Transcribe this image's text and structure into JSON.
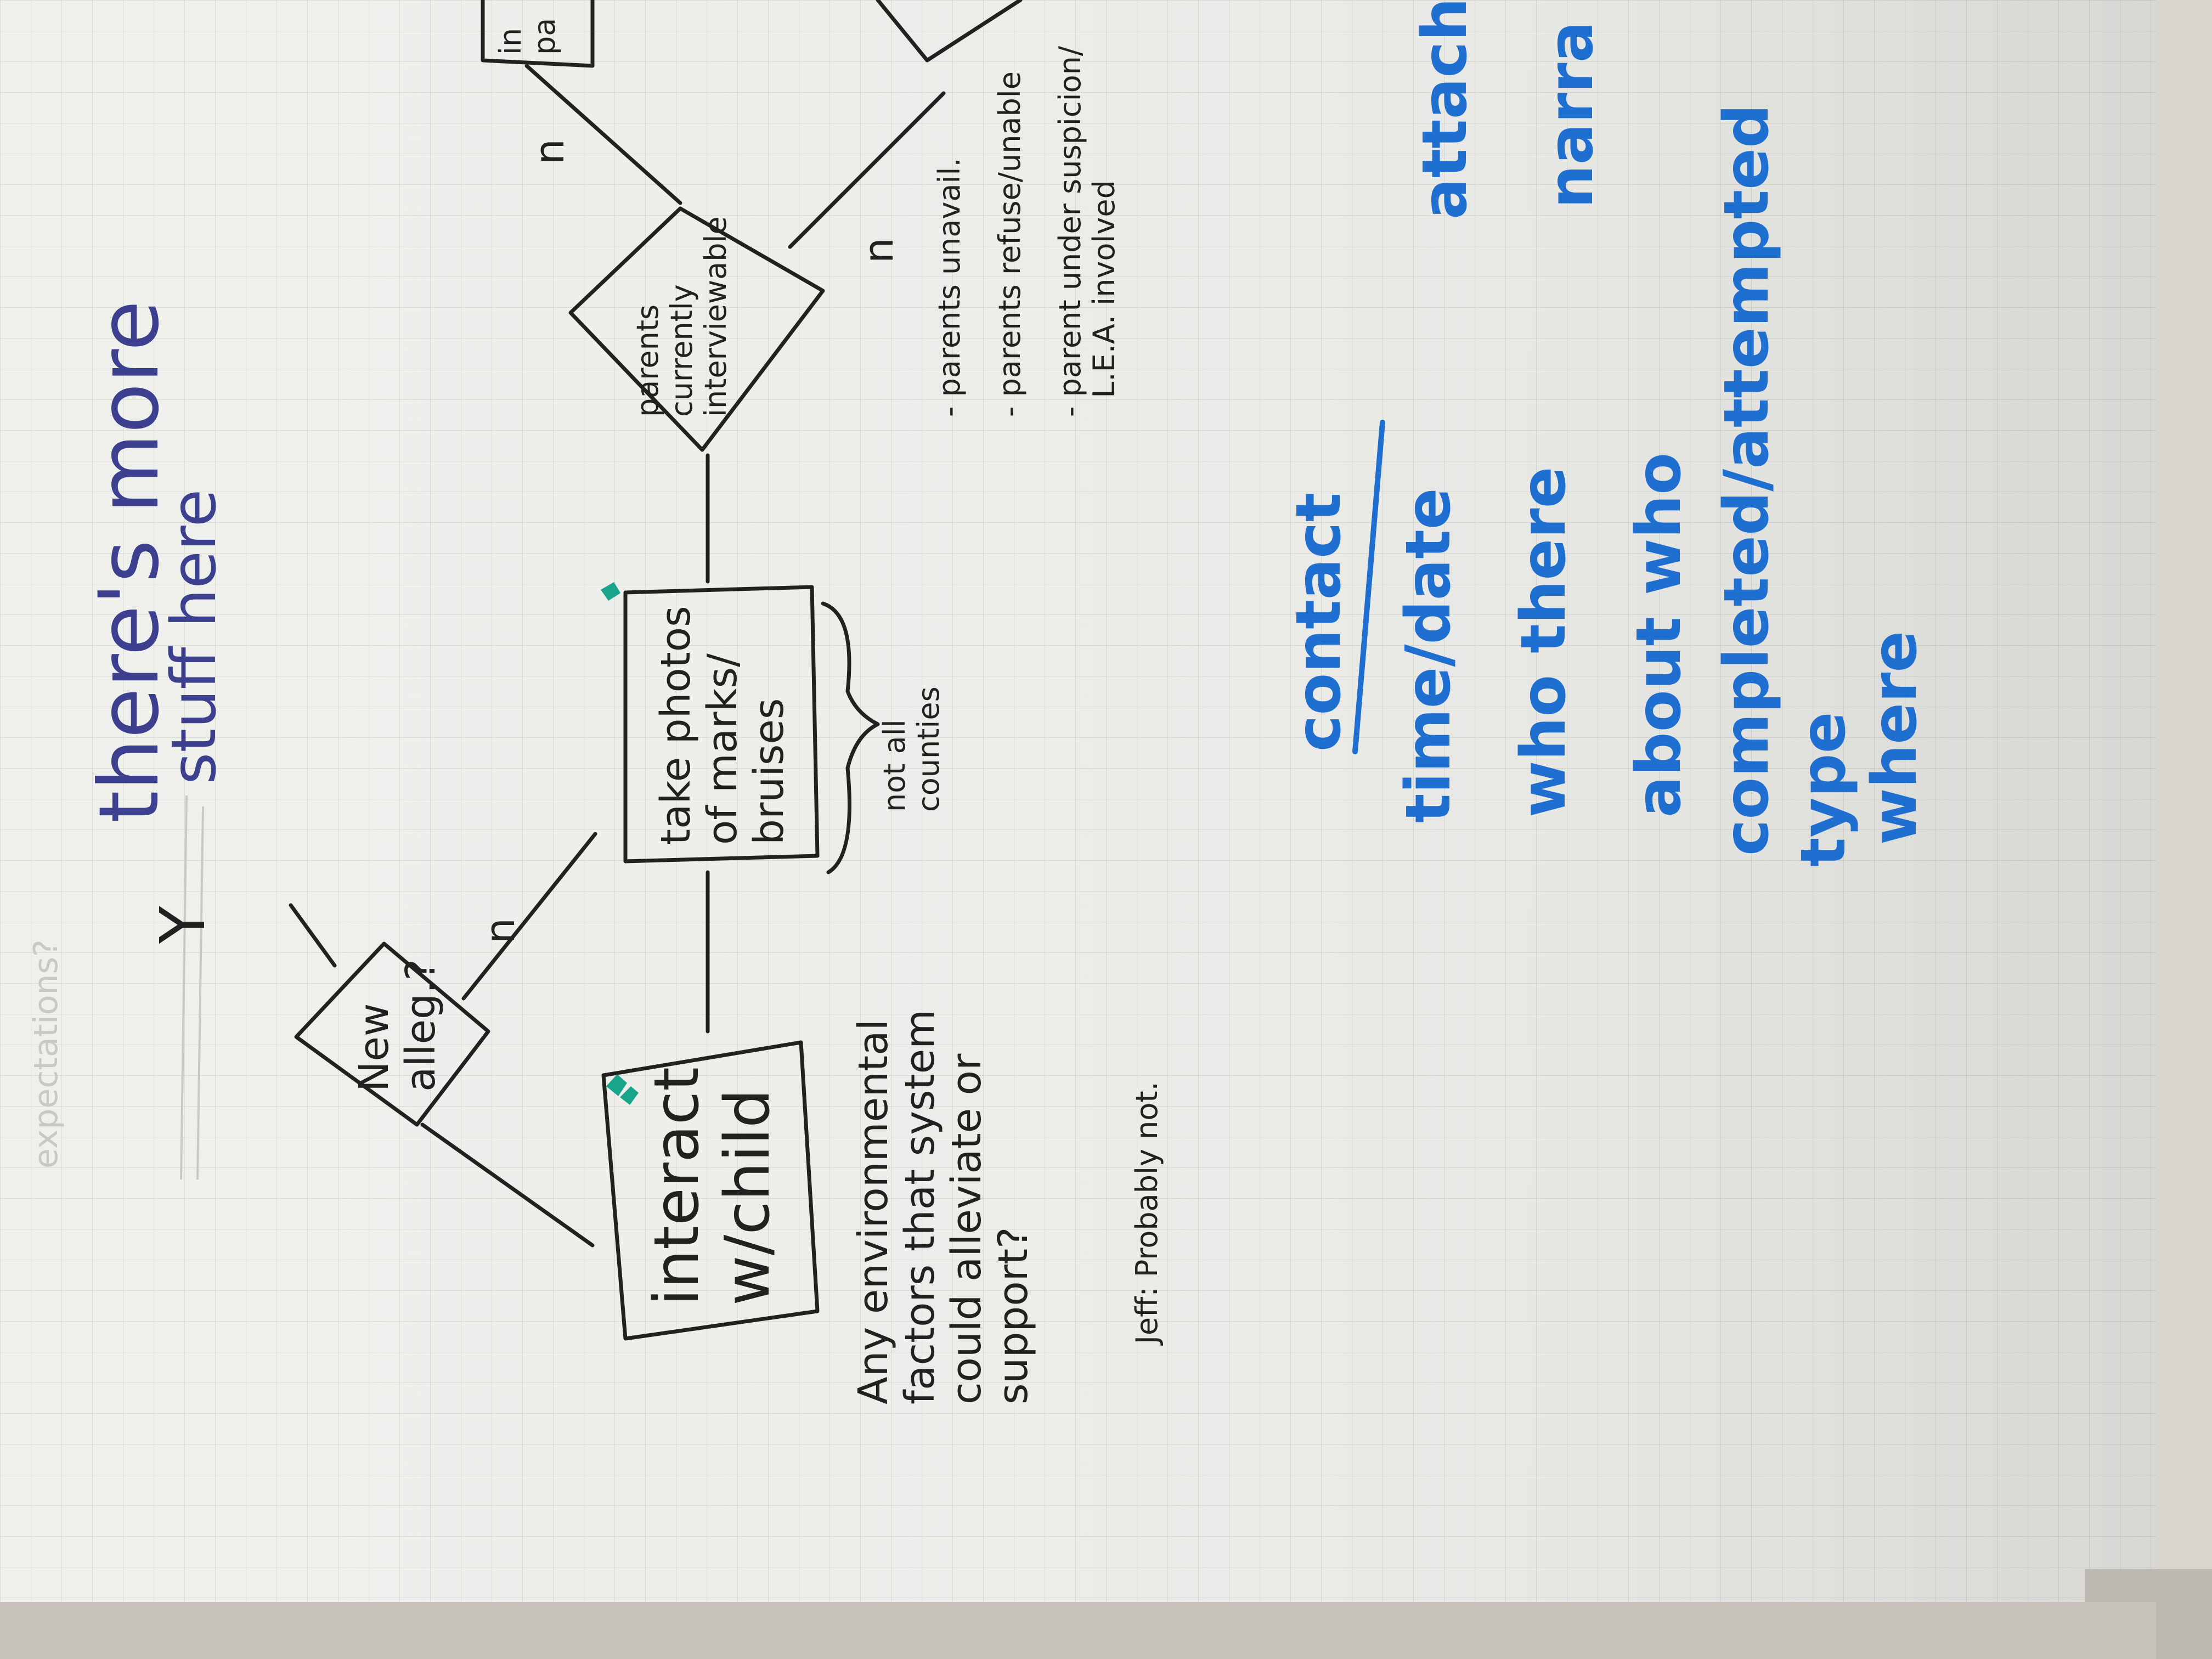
{
  "whiteboard": {
    "colors": {
      "board": "#efefec",
      "black_ink": "#23211f",
      "blue_ink": "#1f6fd1",
      "purple_ink": "#3d3f8f",
      "teal_marker": "#19a58c",
      "frame": "#d8d5cf"
    },
    "top_notes": {
      "line1": "there's more",
      "line2": "stuff here",
      "yes_mark": "Y"
    },
    "faded_text": "expectations?",
    "flowchart": {
      "new_allegation": "New\nalleg.?",
      "branch_no_1": "n",
      "branch_no_2": "n",
      "branch_no_3": "n",
      "interact_box": "interact\nw/child",
      "photos_box": "take photos\nof marks/\nbruises",
      "photos_note": "not all\ncounties",
      "parents_diamond": "parents\ncurrently\ninterviewable",
      "parent_reasons": [
        "- parents unavail.",
        "- parents refuse/unable",
        "- parent under suspicion/\n  L.E.A. involved"
      ],
      "top_box_fragment": "in\npa"
    },
    "notes": {
      "env_question": "Any environmental\nfactors that system\ncould alleviate or\nsupport?",
      "jeff_answer": "Jeff: Probably not."
    },
    "contact_list": {
      "heading": "contact",
      "items": [
        "time/date",
        "who there",
        "about who",
        "completed/attempted",
        "type",
        "where"
      ],
      "right_fragment_1": "attach",
      "right_fragment_2": "narra"
    }
  }
}
